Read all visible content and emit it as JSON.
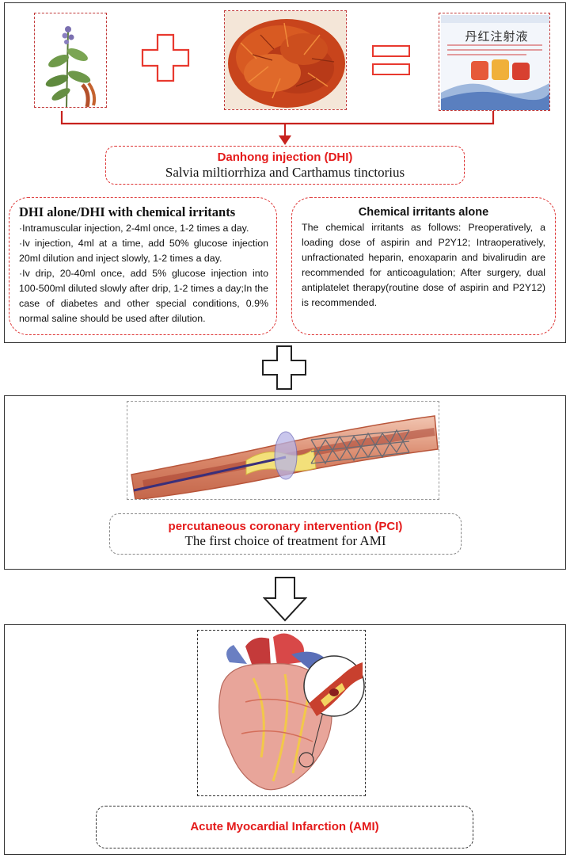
{
  "dhi": {
    "title": "Danhong injection (DHI)",
    "subtitle": "Salvia miltiorrhiza and Carthamus tinctorius",
    "product_label": "丹红注射液"
  },
  "dhi_alone": {
    "title": "DHI alone/DHI with chemical irritants",
    "lines": [
      "·Intramuscular injection, 2-4ml once, 1-2 times a day.",
      "·Iv injection, 4ml at a time, add 50% glucose injection 20ml dilution and inject slowly, 1-2 times a day.",
      "·Iv drip, 20-40ml once, add 5% glucose injection into 100-500ml diluted slowly after drip, 1-2 times a day;In the case of diabetes and other special conditions, 0.9% normal saline should be used after dilution."
    ]
  },
  "chemical": {
    "title": "Chemical irritants alone",
    "text": "The chemical irritants as follows: Preoperatively, a loading dose of aspirin and P2Y12; Intraoperatively, unfractionated heparin, enoxaparin and bivalirudin are recommended for anticoagulation; After surgery, dual antiplatelet therapy(routine dose of aspirin and P2Y12) is recommended."
  },
  "pci": {
    "title": "percutaneous coronary intervention (PCI)",
    "subtitle": "The first choice of treatment for AMI"
  },
  "ami": {
    "title": "Acute Myocardial Infarction (AMI)"
  },
  "colors": {
    "accent_red": "#e41a1a",
    "connector_red": "#c8221e",
    "plus_red": "#e8392f"
  }
}
